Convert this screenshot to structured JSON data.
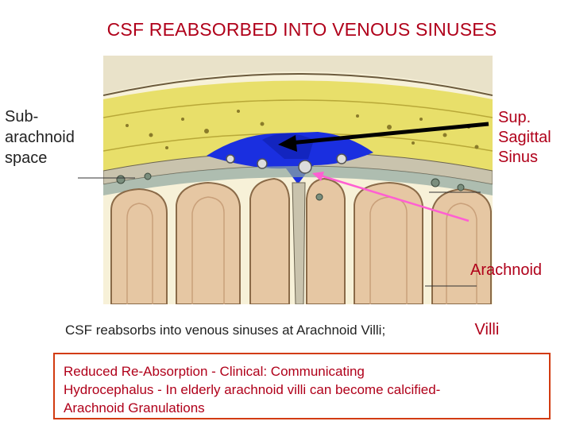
{
  "title": "CSF REABSORBED INTO VENOUS SINUSES",
  "labels": {
    "subarachnoid_line1": "Sub-",
    "subarachnoid_line2": "arachnoid",
    "subarachnoid_line3": "space",
    "sinus_line1": "Sup.",
    "sinus_line2": "Sagittal",
    "sinus_line3": "Sinus",
    "villi_line1": "Arachnoid",
    "villi_line2": " Villi"
  },
  "caption": "CSF  reabsorbs into  venous sinuses at Arachnoid Villi;",
  "note": {
    "line1": "Reduced Re-Absorption - Clinical: Communicating",
    "line2": "Hydrocephalus - In elderly arachnoid villi can become calcified-",
    "line3": "Arachnoid  Granulations"
  },
  "colors": {
    "title": "#b0001a",
    "box_border": "#d23b10",
    "csf_blue": "#1a2fe0",
    "bone": "#e8df6a",
    "brain": "#e6c7a3",
    "arrow_black": "#000000",
    "arrow_pink": "#ff5fd2"
  }
}
